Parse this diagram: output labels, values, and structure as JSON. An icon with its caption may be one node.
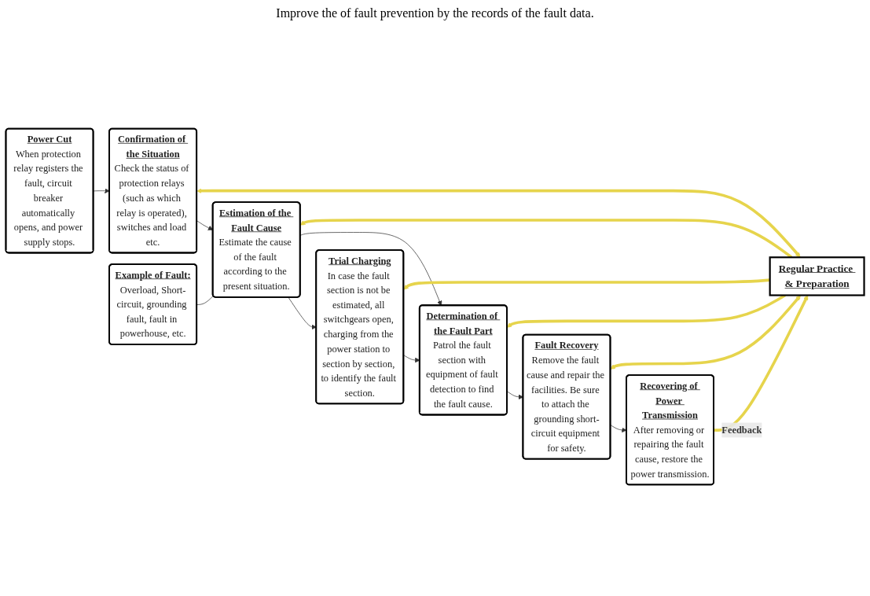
{
  "diagram": {
    "nodes": [
      {
        "text": [
          "Power Cut",
          "When protection relay registers the fault, circuit breaker automatically opens, and power supply stops."
        ]
      },
      {
        "text": [
          "Confirmation of the Situation",
          "Check the status of protection relays (such as which relay is operated), switches and load etc."
        ]
      },
      {
        "text": [
          "Estimation of the Fault Cause",
          "Estimate the cause of the fault according to the present situation."
        ]
      },
      {
        "text": [
          "Example of Fault:",
          "Overload, Short-circuit, grounding fault, fault in powerhouse, etc."
        ]
      },
      {
        "text": [
          "Trial Charging",
          "In case the fault section is not be estimated, all switchgears open, charging from the power station to section by section, to identify the fault section."
        ]
      },
      {
        "text": [
          "Regular Practice & Preparation"
        ]
      },
      {
        "text": [
          "Recovering of Power Transmission",
          "After removing or repairing the fault cause, restore the power transmission."
        ]
      },
      {
        "text": [
          "Fault Recovery",
          "Remove the fault cause and repair the facilities. Be sure to attach the grounding short-circuit equipment for safety."
        ]
      },
      {
        "text": [
          "Determination of the Fault Part",
          "Patrol the fault section with equipment of fault detection to find the fault cause."
        ]
      }
    ],
    "edges": [
      {
        "from": 0,
        "to": 1,
        "arrow": "to"
      },
      {
        "from": 1,
        "to": 2,
        "arrow": "to"
      },
      {
        "from": 3,
        "to": 2,
        "arrow": "none"
      },
      {
        "from": 2,
        "to": 4,
        "arrow": "to"
      },
      {
        "from": 2,
        "to": 8,
        "arrow": "to"
      },
      {
        "from": 4,
        "to": 8,
        "arrow": "to"
      },
      {
        "from": 8,
        "to": 7,
        "arrow": "to"
      },
      {
        "from": 7,
        "to": 6,
        "arrow": "to"
      },
      {
        "from": 5,
        "to": 1,
        "arrow": "both",
        "style": "thick",
        "color": "#e6d44c"
      },
      {
        "from": 5,
        "to": 2,
        "arrow": "to",
        "style": "thick",
        "color": "#e6d44c"
      },
      {
        "from": 5,
        "to": 4,
        "arrow": "to",
        "style": "thick",
        "color": "#e6d44c"
      },
      {
        "from": 5,
        "to": 8,
        "arrow": "to",
        "style": "thick",
        "color": "#e6d44c"
      },
      {
        "from": 5,
        "to": 7,
        "arrow": "both",
        "style": "thick",
        "color": "#e6d44c"
      },
      {
        "from": 6,
        "to": 5,
        "arrow": "to",
        "label": "Feedback",
        "style": "thick",
        "color": "#e6d44c"
      }
    ],
    "labels": [
      "Improve the of fault prevention by the records of the fault data."
    ]
  }
}
